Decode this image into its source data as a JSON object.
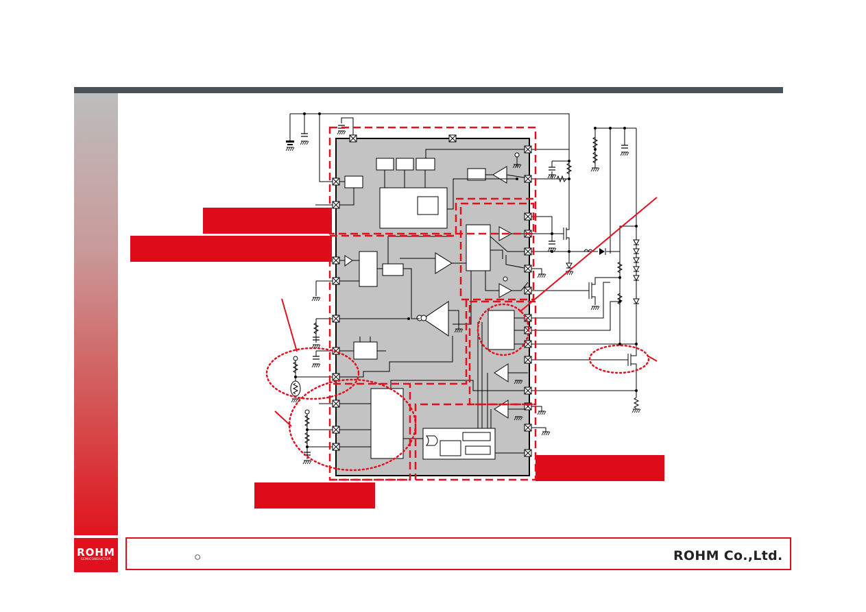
{
  "slide": {
    "top_bar_color": "#4a5259",
    "accent_color": "#e0101e",
    "footer_mark": "○",
    "company_name": "ROHM Co.,Ltd.",
    "logo": {
      "main": "ROHM",
      "sub": "SEMICONDUCTOR"
    }
  },
  "callouts": [
    {
      "name": "callout-label-1",
      "text": ""
    },
    {
      "name": "callout-label-2",
      "text": ""
    },
    {
      "name": "callout-label-3",
      "text": ""
    },
    {
      "name": "callout-label-4",
      "text": ""
    }
  ]
}
